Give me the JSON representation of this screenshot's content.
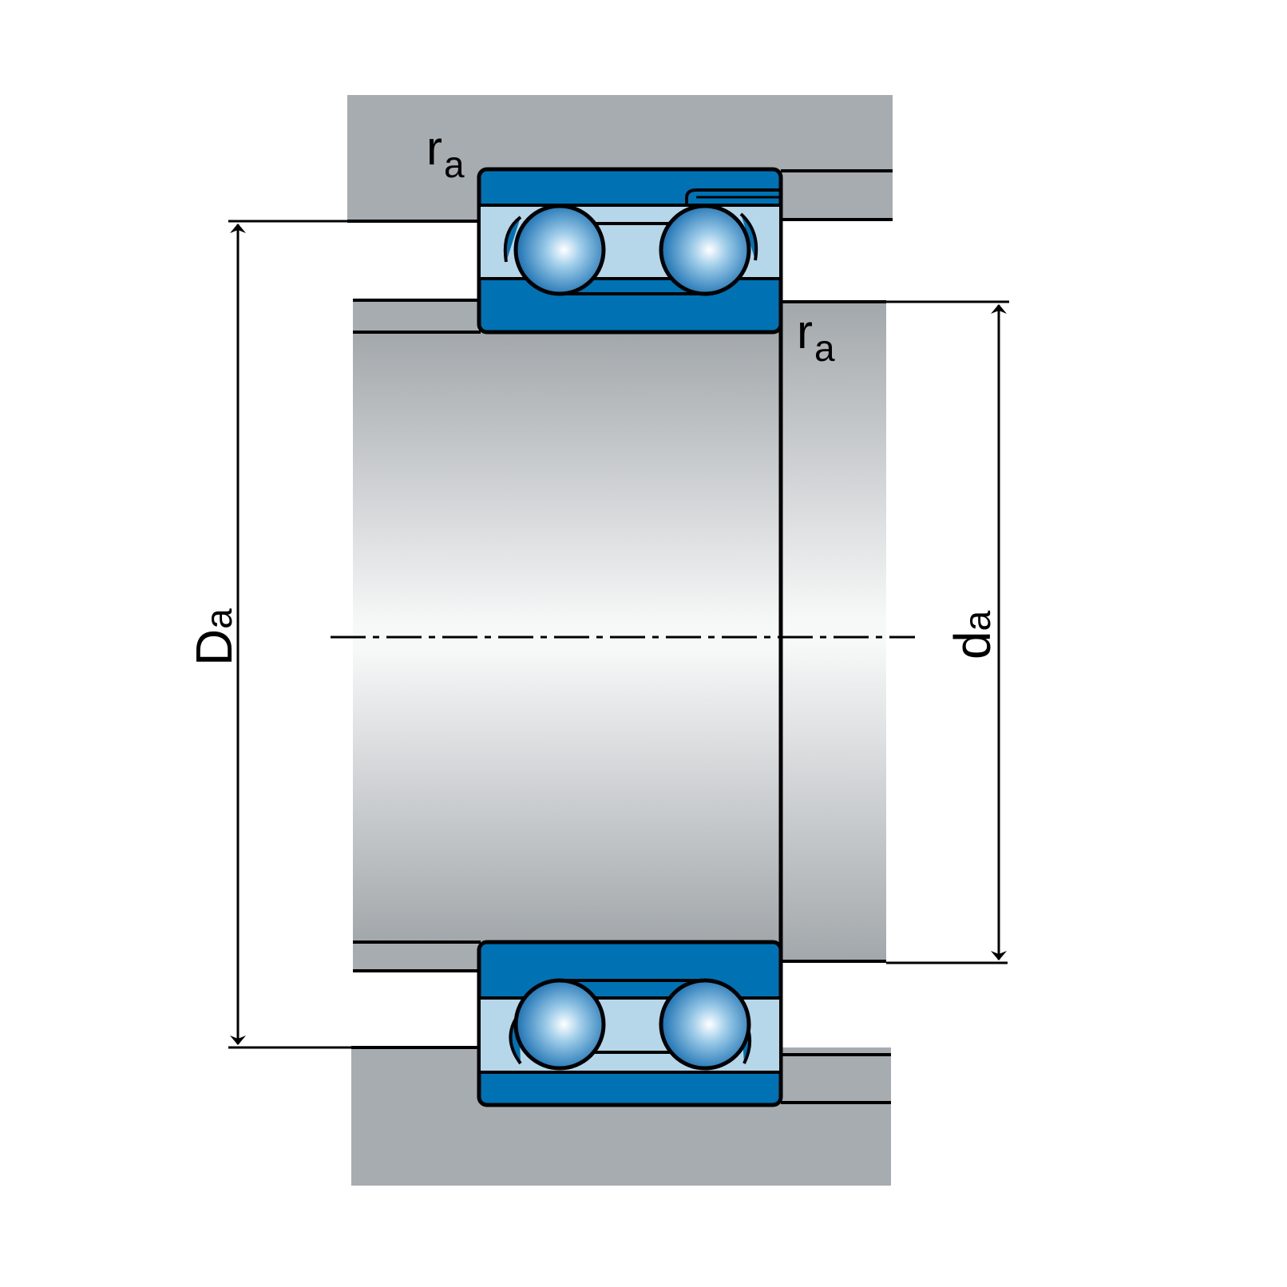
{
  "labels": {
    "ra_top": {
      "main": "r",
      "sub": "a"
    },
    "ra_right": {
      "main": "r",
      "sub": "a"
    },
    "Da": {
      "main": "D",
      "sub": "a"
    },
    "da": {
      "main": "d",
      "sub": "a"
    }
  },
  "colors": {
    "housing": "#a6acb0",
    "ring_blue": "#0072b4",
    "cage_light": "#b6d6ea",
    "ball_light": "#e8f4fc",
    "ball_dark": "#1a70b2",
    "shaft_light": "#f7f8f8",
    "shaft_dark": "#a2a7ab",
    "outline": "#000000"
  }
}
